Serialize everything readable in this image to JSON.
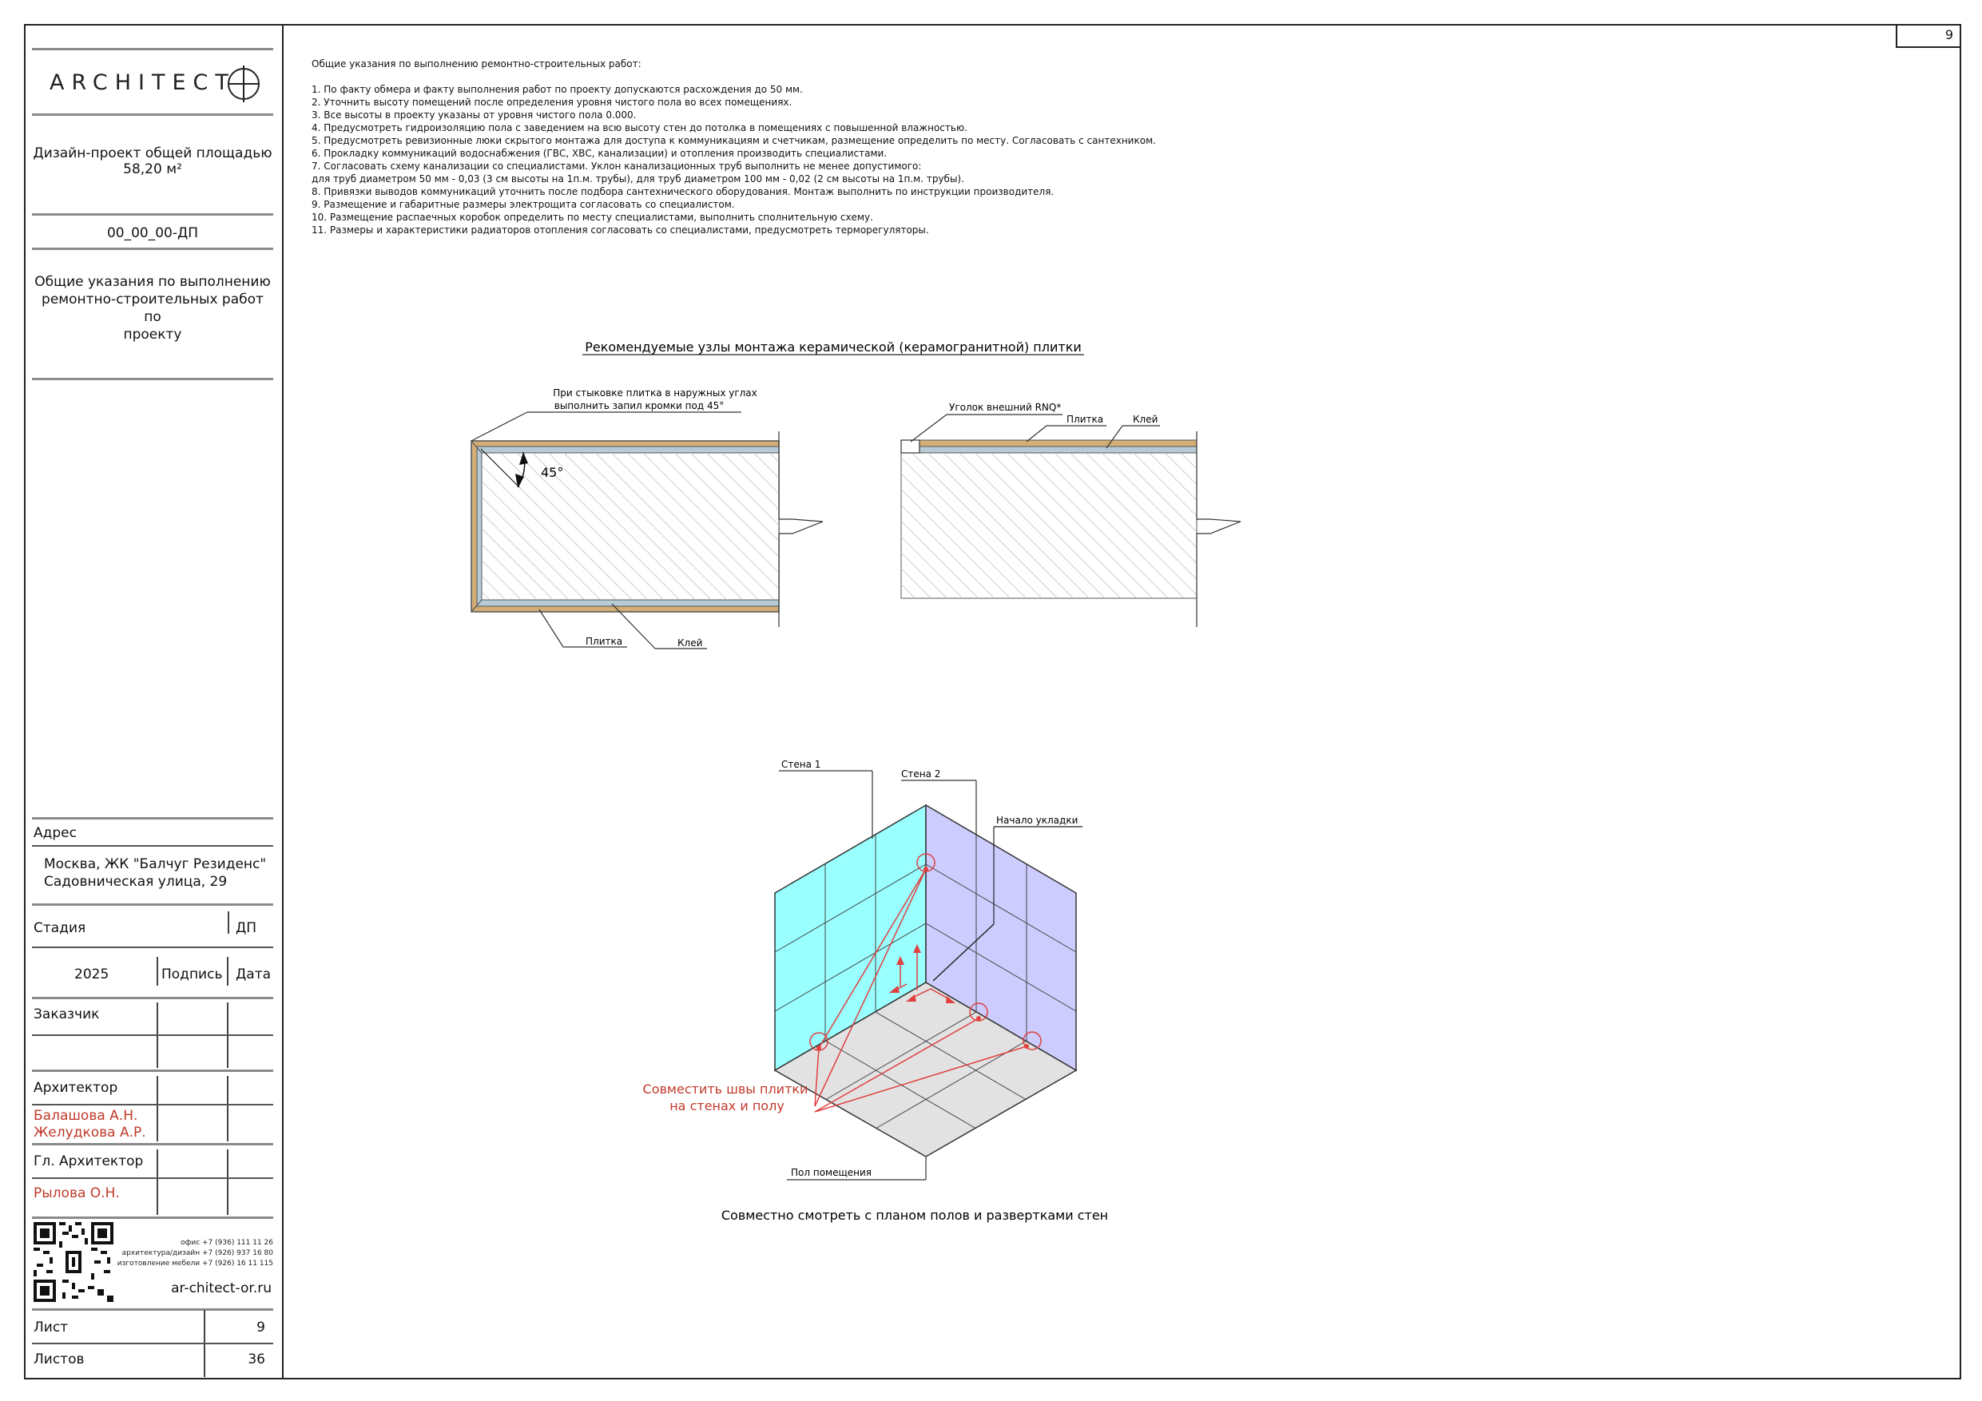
{
  "page_number": "9",
  "sidebar": {
    "logo_text": "ARCHITECT",
    "project_title_line1": "Дизайн-проект общей площадью",
    "project_title_line2": "58,20 м²",
    "doc_code": "00_00_00-ДП",
    "sheet_title_line1": "Общие указания по выполнению",
    "sheet_title_line2": "ремонтно-строительных работ по",
    "sheet_title_line3": "проекту",
    "address_label": "Адрес",
    "address_line1": "Москва, ЖК \"Балчуг Резиденс\"",
    "address_line2": "Садовническая улица, 29",
    "stage_label": "Стадия",
    "stage_value": "ДП",
    "year": "2025",
    "signature_label": "Подпись",
    "date_label": "Дата",
    "customer_label": "Заказчик",
    "architect_label": "Архитектор",
    "architect_name1": "Балашова А.Н.",
    "architect_name2": "Желудкова А.Р.",
    "chief_architect_label": "Гл. Архитектор",
    "chief_architect_name": "Рылова О.Н.",
    "contact_office": "офис +7 (936) 111 11 26",
    "contact_design": "архитектура/дизайн +7 (926) 937 16 80",
    "contact_furniture": "изготовление мебели +7 (926) 16 11 115",
    "website": "ar-chitect-or.ru",
    "sheet_label": "Лист",
    "sheet_value": "9",
    "sheets_label": "Листов",
    "sheets_value": "36",
    "accent_color": "#c0392b"
  },
  "notes": {
    "title": "Общие указания по выполнению ремонтно-строительных работ:",
    "items": [
      "1. По факту обмера и факту выполнения работ по проекту допускаются расхождения до 50 мм.",
      "2. Уточнить высоту помещений после определения уровня чистого пола во всех помещениях.",
      "3. Все высоты в проекту указаны от уровня чистого пола 0.000.",
      "4. Предусмотреть гидроизоляцию пола с заведением на всю высоту стен до потолка в помещениях с повышенной влажностью.",
      "5. Предусмотреть ревизионные люки скрытого монтажа для доступа к коммуникациям и счетчикам, размещение определить по месту. Согласовать с сантехником.",
      "6. Прокладку коммуникаций водоснабжения (ГВС, ХВС, канализации) и отопления производить специалистами.",
      "7. Согласовать схему канализации со специалистами. Уклон канализационных труб выполнить не менее допустимого:",
      "для труб диаметром 50 мм - 0,03 (3 см высоты на 1п.м. трубы), для труб диаметром 100 мм - 0,02 (2 см высоты на 1п.м. трубы).",
      "8. Привязки выводов коммуникаций уточнить после подбора сантехнического оборудования. Монтаж выполнить по инструкции производителя.",
      "9. Размещение и габаритные размеры электрощита согласовать со специалистом.",
      "10. Размещение распаечных коробок определить по месту специалистами, выполнить сполнительную схему.",
      "11. Размеры и характеристики радиаторов отопления согласовать со специалистами, предусмотреть терморегуляторы."
    ]
  },
  "tile_nodes": {
    "title": "Рекомендуемые узлы монтажа керамической (керамогранитной) плитки",
    "left_callout_line1": "При стыковке плитка в наружных углах",
    "left_callout_line2": "выполнить запил кромки под 45°",
    "angle_label": "45°",
    "left_tile_label": "Плитка",
    "left_glue_label": "Клей",
    "right_corner_label": "Уголок внешний RNQ*",
    "right_tile_label": "Плитка",
    "right_glue_label": "Клей"
  },
  "iso": {
    "wall1_label": "Стена 1",
    "wall2_label": "Стена 2",
    "start_label": "Начало укладки",
    "align_line1": "Совместить швы плитки",
    "align_line2": "на стенах и полу",
    "floor_label": "Пол помещения",
    "footer_note": "Совместно смотреть с планом полов и развертками стен",
    "wall1_color": "#99ffff",
    "wall2_color": "#ccccff",
    "floor_color": "#e2e2e2",
    "marker_color": "#e04040"
  }
}
